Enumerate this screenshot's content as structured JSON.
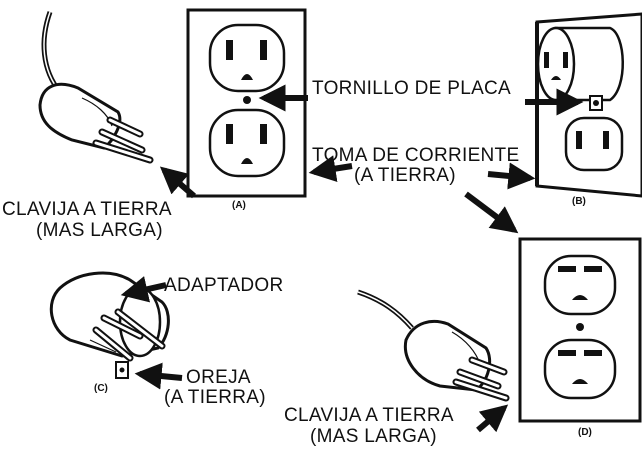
{
  "labels": {
    "screw": "TORNILLO DE PLACA",
    "outlet_line1": "TOMA DE CORRIENTE",
    "outlet_line2": "(A TIERRA)",
    "ground_pin_a_line1": "CLAVIJA A TIERRA",
    "ground_pin_a_line2": "(MAS LARGA)",
    "adapter": "ADAPTADOR",
    "tab_line1": "OREJA",
    "tab_line2": "(A TIERRA)",
    "ground_pin_d_line1": "CLAVIJA A TIERRA",
    "ground_pin_d_line2": "(MAS LARGA)"
  },
  "panels": {
    "a": "(A)",
    "b": "(B)",
    "c": "(C)",
    "d": "(D)"
  },
  "colors": {
    "ink": "#111111",
    "background": "#ffffff"
  }
}
